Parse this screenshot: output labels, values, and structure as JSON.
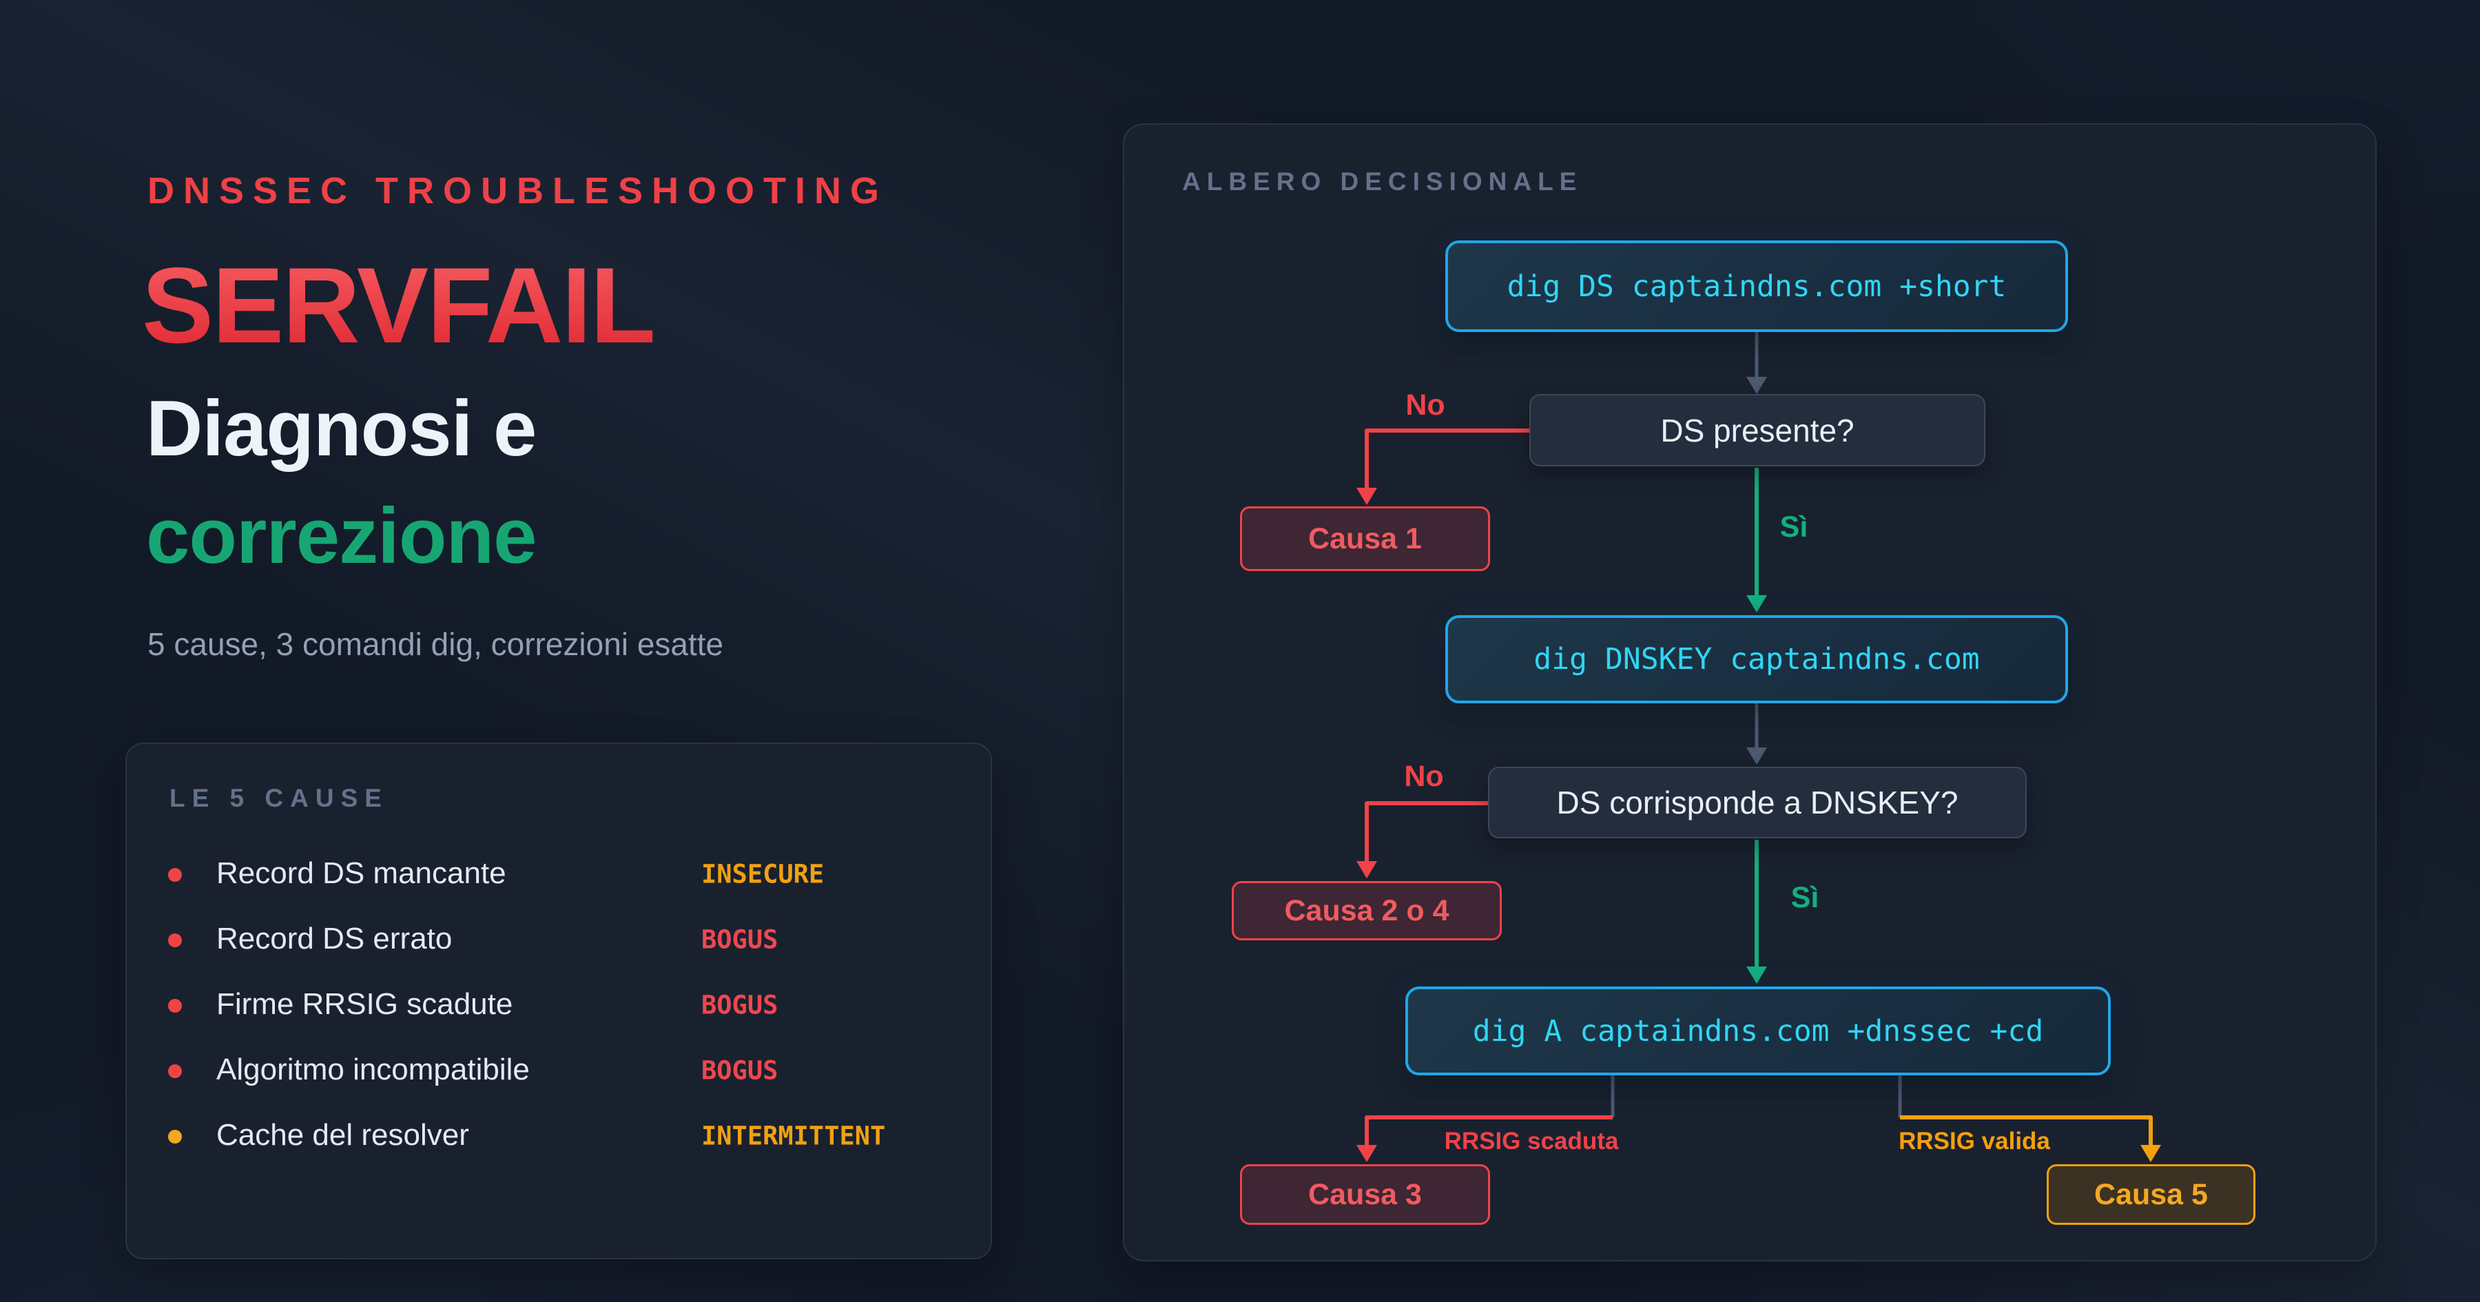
{
  "hero": {
    "kicker": "DNSSEC TROUBLESHOOTING",
    "title": "SERVFAIL",
    "subtitle_line1": "Diagnosi e",
    "subtitle_line2": "correzione",
    "tagline": "5 cause, 3 comandi dig, correzioni esatte"
  },
  "causes_card": {
    "header": "LE 5 CAUSE",
    "items": [
      {
        "label": "Record DS mancante",
        "status": "INSECURE",
        "status_color": "#f0a112",
        "dot_color": "#ef4444"
      },
      {
        "label": "Record DS errato",
        "status": "BOGUS",
        "status_color": "#ef474e",
        "dot_color": "#ef4444"
      },
      {
        "label": "Firme RRSIG scadute",
        "status": "BOGUS",
        "status_color": "#ef474e",
        "dot_color": "#ef4444"
      },
      {
        "label": "Algoritmo incompatibile",
        "status": "BOGUS",
        "status_color": "#ef474e",
        "dot_color": "#ef4444"
      },
      {
        "label": "Cache del resolver",
        "status": "INTERMITTENT",
        "status_color": "#f0a112",
        "dot_color": "#f5a623"
      }
    ]
  },
  "decision_tree": {
    "header": "ALBERO DECISIONALE",
    "nodes": {
      "cmd1": "dig DS captaindns.com +short",
      "q1": "DS presente?",
      "cause1": "Causa 1",
      "cmd2": "dig DNSKEY captaindns.com",
      "q2": "DS corrisponde a DNSKEY?",
      "cause2": "Causa 2 o 4",
      "cmd3": "dig A captaindns.com +dnssec +cd",
      "cause3": "Causa 3",
      "cause5": "Causa 5"
    },
    "edge_labels": {
      "no1": "No",
      "yes1": "Sì",
      "no2": "No",
      "yes2": "Sì",
      "expired": "RRSIG scaduta",
      "valid": "RRSIG valida"
    },
    "colors": {
      "red": "#ef4348",
      "green": "#13b07e",
      "orange": "#f5a00c",
      "cyan": "#21a6e8",
      "cyantext": "#30d6f5",
      "gray": "#4c5a70"
    }
  }
}
